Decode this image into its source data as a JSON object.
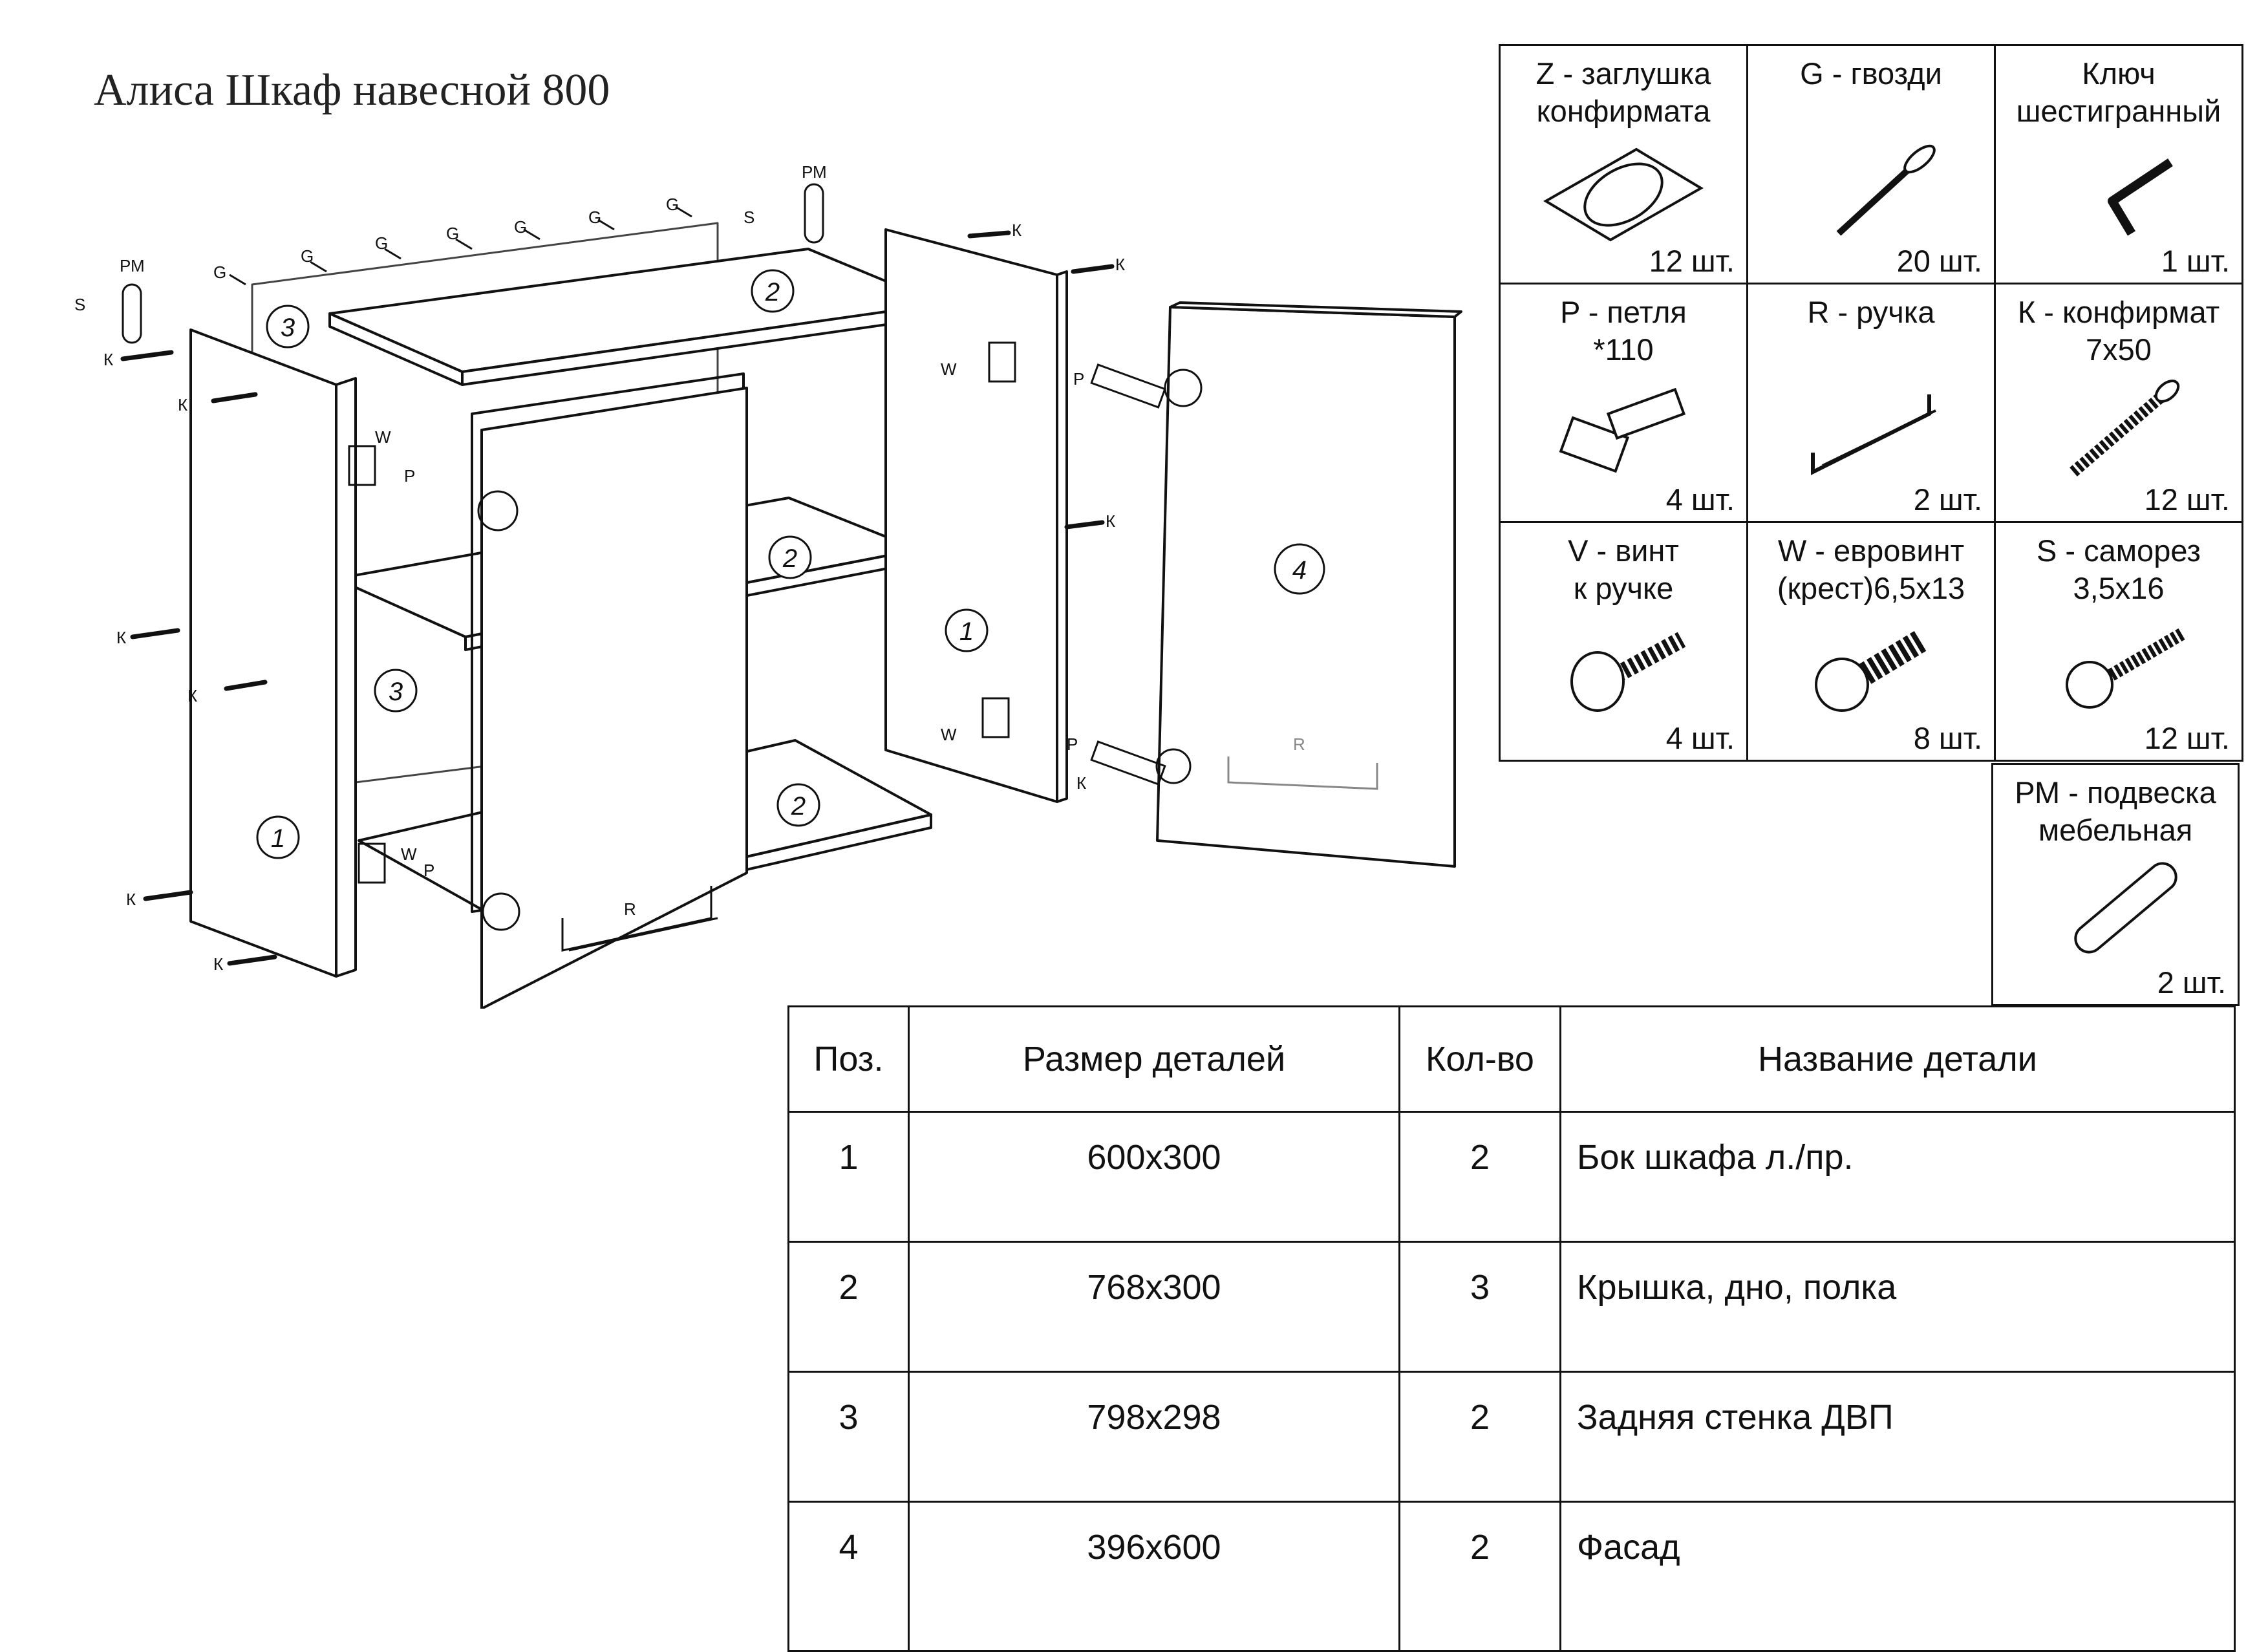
{
  "title": "Алиса Шкаф навесной 800",
  "fittings": [
    {
      "name_lines": [
        "Z - заглушка",
        "конфирмата"
      ],
      "qty": "12 шт.",
      "icon": "confirmat-cap-icon"
    },
    {
      "name_lines": [
        "G - гвозди",
        ""
      ],
      "qty": "20 шт.",
      "icon": "nail-icon"
    },
    {
      "name_lines": [
        "Ключ",
        "шестигранный"
      ],
      "qty": "1 шт.",
      "icon": "hex-key-icon"
    },
    {
      "name_lines": [
        "P - петля",
        "*110"
      ],
      "qty": "4 шт.",
      "icon": "hinge-icon"
    },
    {
      "name_lines": [
        "R - ручка",
        ""
      ],
      "qty": "2 шт.",
      "icon": "handle-icon"
    },
    {
      "name_lines": [
        "К - конфирмат",
        "7х50"
      ],
      "qty": "12 шт.",
      "icon": "confirmat-screw-icon"
    },
    {
      "name_lines": [
        "V - винт",
        "к ручке"
      ],
      "qty": "4 шт.",
      "icon": "handle-screw-icon"
    },
    {
      "name_lines": [
        "W - евровинт",
        "(крест)6,5х13"
      ],
      "qty": "8 шт.",
      "icon": "euro-screw-icon"
    },
    {
      "name_lines": [
        "S - саморез",
        "3,5х16"
      ],
      "qty": "12 шт.",
      "icon": "self-tapping-screw-icon"
    }
  ],
  "hanger": {
    "name_lines": [
      "РМ - подвеска",
      "мебельная"
    ],
    "qty": "2 шт.",
    "icon": "furniture-hanger-icon"
  },
  "parts_table": {
    "headers": [
      "Поз.",
      "Размер деталей",
      "Кол-во",
      "Название детали"
    ],
    "rows": [
      [
        "1",
        "600х300",
        "2",
        "Бок шкафа л./пр."
      ],
      [
        "2",
        "768х300",
        "3",
        "Крышка, дно, полка"
      ],
      [
        "3",
        "798х298",
        "2",
        "Задняя стенка ДВП"
      ],
      [
        "4",
        "396х600",
        "2",
        "Фасад"
      ]
    ]
  },
  "diagram_labels": {
    "G": "G",
    "S": "S",
    "PM": "РМ",
    "K": "К",
    "W": "W",
    "P": "P",
    "R": "R",
    "n1": "1",
    "n2": "2",
    "n3": "3",
    "n4": "4"
  }
}
